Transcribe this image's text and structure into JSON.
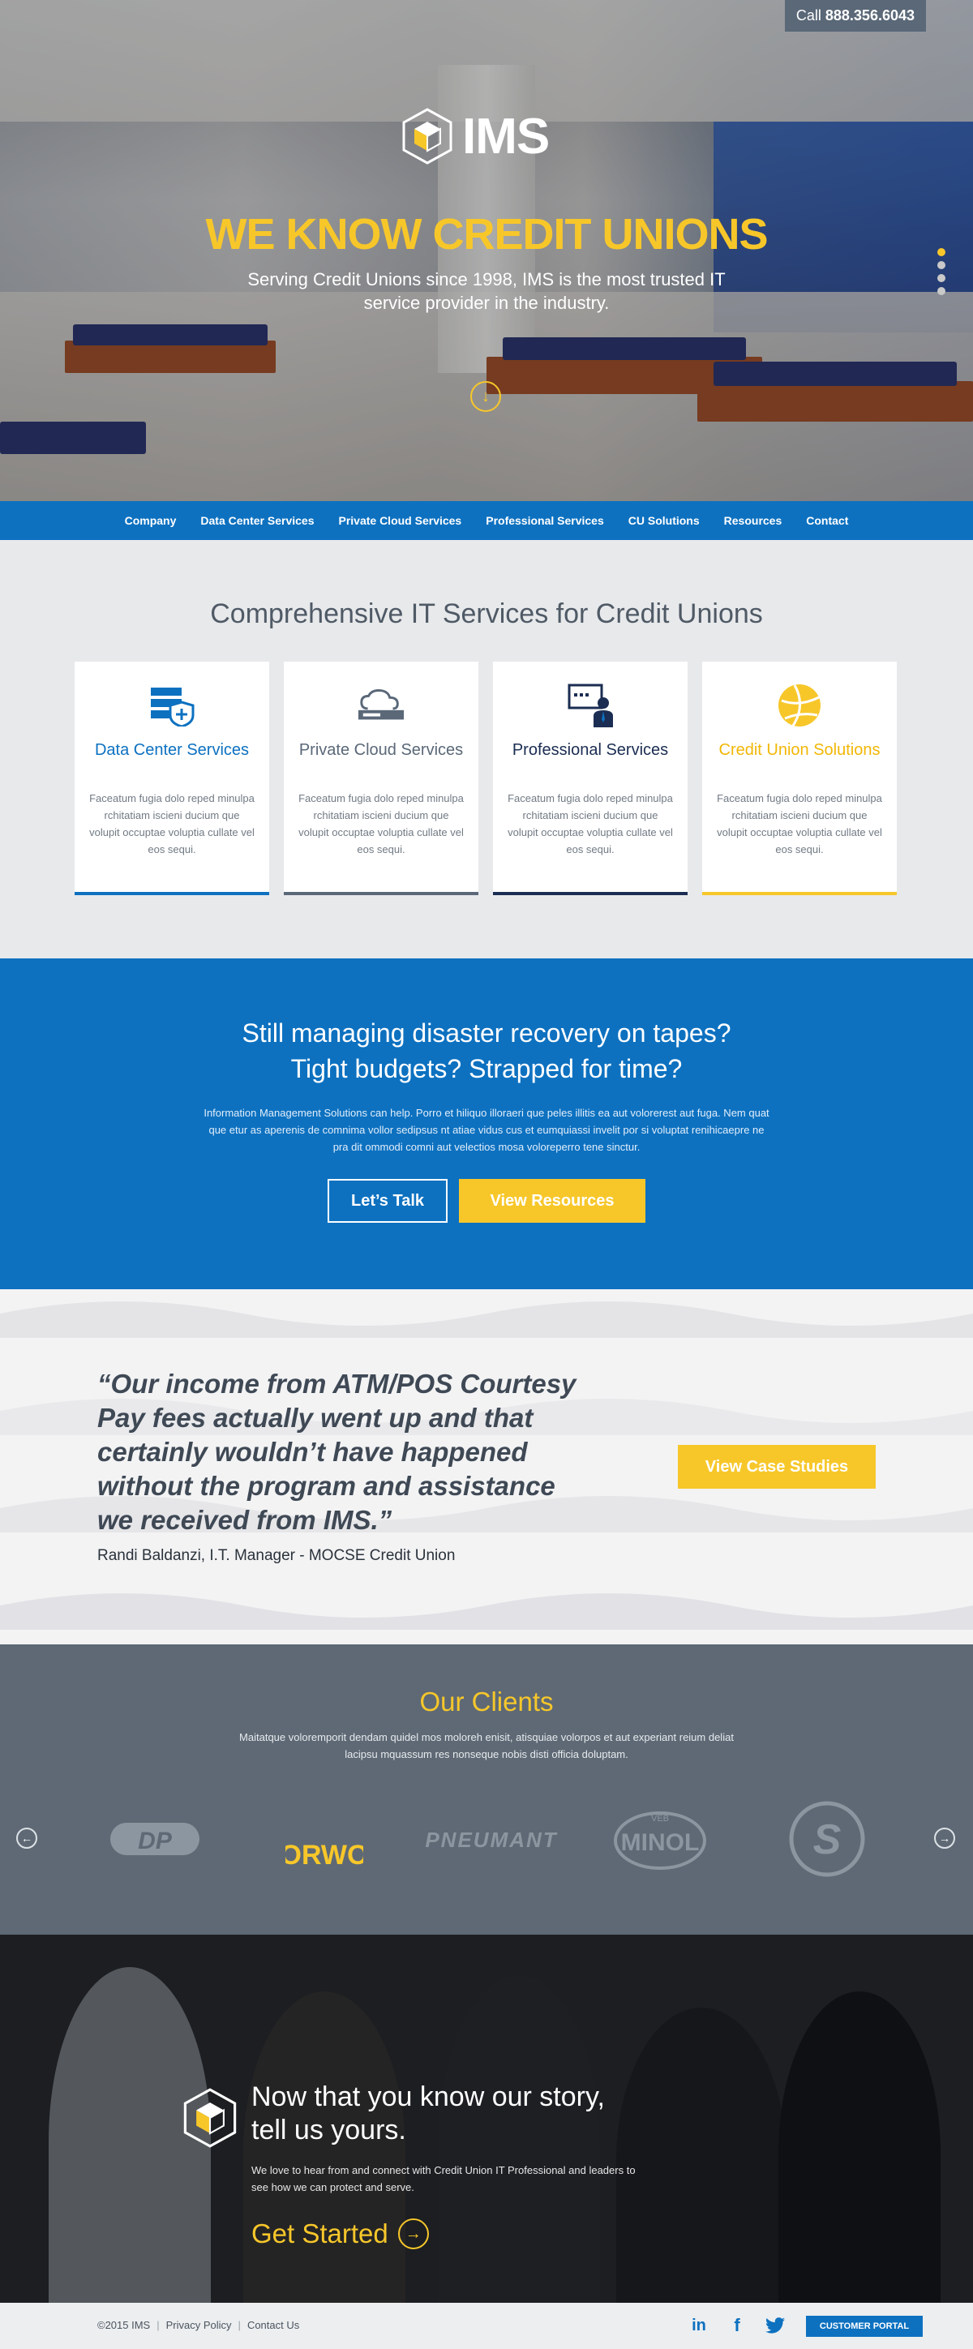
{
  "header": {
    "call_prefix": "Call",
    "phone": "888.356.6043",
    "logo_text": "IMS"
  },
  "hero": {
    "headline": "WE KNOW CREDIT UNIONS",
    "subline": "Serving Credit Unions since 1998, IMS is the most trusted IT service provider in the industry.",
    "scroll_icon": "arrow-down-circle-icon",
    "slides_total": 4,
    "slides_active": 1
  },
  "nav": {
    "items": [
      "Company",
      "Data Center Services",
      "Private Cloud Services",
      "Professional Services",
      "CU Solutions",
      "Resources",
      "Contact"
    ]
  },
  "services": {
    "title": "Comprehensive IT Services for Credit Unions",
    "cards": [
      {
        "title": "Data Center Services",
        "desc": "Faceatum fugia dolo reped minulpa rchitatiam iscieni ducium que volupit occuptae voluptia cullate vel eos sequi.",
        "color": "#0d71c0",
        "icon": "server-shield-icon"
      },
      {
        "title": "Private Cloud Services",
        "desc": "Faceatum fugia dolo reped minulpa rchitatiam iscieni ducium que volupit occuptae voluptia cullate vel eos sequi.",
        "color": "#5a6878",
        "icon": "cloud-server-icon"
      },
      {
        "title": "Professional Services",
        "desc": "Faceatum fugia dolo reped minulpa rchitatiam iscieni ducium que volupit occuptae voluptia cullate vel eos sequi.",
        "color": "#1b2d52",
        "icon": "presenter-icon"
      },
      {
        "title": "Credit Union Solutions",
        "desc": "Faceatum fugia dolo reped minulpa rchitatiam iscieni ducium que volupit occuptae voluptia cullate vel eos sequi.",
        "color": "#f7c72a",
        "icon": "globe-icon"
      }
    ]
  },
  "cta": {
    "title_line1": "Still managing disaster recovery on tapes?",
    "title_line2": "Tight budgets? Strapped for time?",
    "body": "Information Management Solutions can help. Porro et hiliquo illoraeri que peles illitis ea aut volorerest aut fuga. Nem quat que etur as aperenis de comnima vollor sedipsus nt atiae vidus cus et eumquiassi invelit por si voluptat renihicaepre ne pra dit ommodi comni aut velectios mosa voloreperro tene sinctur.",
    "btn_talk": "Let’s Talk",
    "btn_resources": "View Resources"
  },
  "testimonial": {
    "quote": "“Our income from ATM/POS Courtesy Pay fees actually went up and that certainly wouldn’t have happened without the program and assistance we received from IMS.”",
    "attribution": "Randi Baldanzi, I.T. Manager - MOCSE Credit Union",
    "btn_case": "View Case Studies"
  },
  "clients": {
    "title": "Our Clients",
    "body": "Maitatque voloremporit dendam quidel mos moloreh enisit, atisquiae volorpos et aut experiant reium deliat lacipsu mquassum res nonseque nobis disti officia doluptam.",
    "logos": [
      "DP",
      "ORWO",
      "PNEUMANT",
      "MINOL",
      "S"
    ],
    "logo_minol_small": "VEB",
    "prev_icon": "arrow-left-circle-icon",
    "next_icon": "arrow-right-circle-icon"
  },
  "story": {
    "title_line1": "Now that you know our story,",
    "title_line2": "tell us yours.",
    "body": "We love to hear from and connect with Credit Union IT Professional and leaders to see how we can protect and serve.",
    "cta": "Get Started"
  },
  "footer": {
    "copyright": "©2015 IMS",
    "privacy": "Privacy Policy",
    "contact": "Contact Us",
    "social": [
      "linkedin-icon",
      "facebook-icon",
      "twitter-icon"
    ],
    "portal": "CUSTOMER PORTAL"
  },
  "colors": {
    "brand_blue": "#0d71c0",
    "brand_yellow": "#f7c72a",
    "slate": "#5e6975"
  }
}
